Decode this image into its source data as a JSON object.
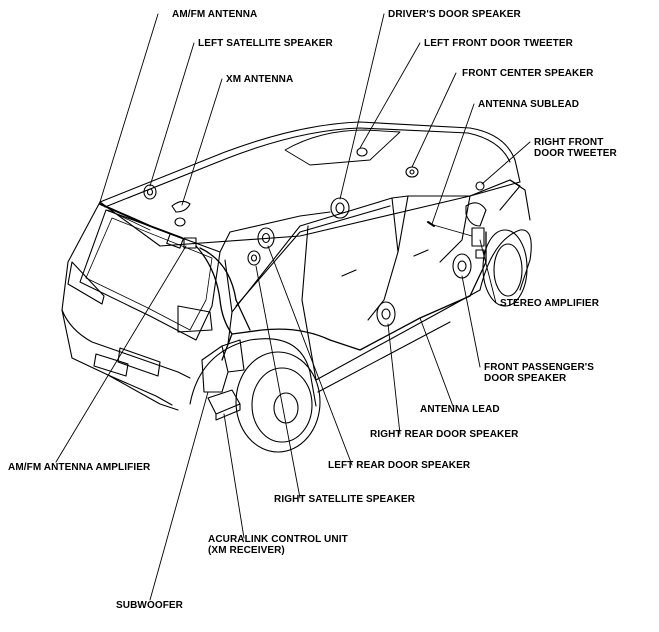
{
  "labels": {
    "am_fm_antenna": "AM/FM ANTENNA",
    "left_satellite_speaker": "LEFT SATELLITE SPEAKER",
    "xm_antenna": "XM ANTENNA",
    "drivers_door_speaker": "DRIVER'S DOOR SPEAKER",
    "left_front_door_tweeter": "LEFT FRONT DOOR TWEETER",
    "front_center_speaker": "FRONT CENTER SPEAKER",
    "antenna_sublead": "ANTENNA SUBLEAD",
    "right_front_door_tweeter_line1": "RIGHT FRONT",
    "right_front_door_tweeter_line2": "DOOR TWEETER",
    "stereo_amplifier": "STEREO AMPLIFIER",
    "front_passengers_door_speaker_line1": "FRONT PASSENGER'S",
    "front_passengers_door_speaker_line2": "DOOR SPEAKER",
    "antenna_lead": "ANTENNA LEAD",
    "right_rear_door_speaker": "RIGHT REAR DOOR SPEAKER",
    "left_rear_door_speaker": "LEFT REAR DOOR SPEAKER",
    "am_fm_antenna_amplifier": "AM/FM ANTENNA AMPLIFIER",
    "right_satellite_speaker": "RIGHT SATELLITE SPEAKER",
    "acuralink_control_unit_line1": "ACURALINK CONTROL UNIT",
    "acuralink_control_unit_line2": "(XM RECEIVER)",
    "subwoofer": "SUBWOOFER"
  },
  "colors": {
    "ink": "#000000",
    "paper": "#ffffff"
  }
}
